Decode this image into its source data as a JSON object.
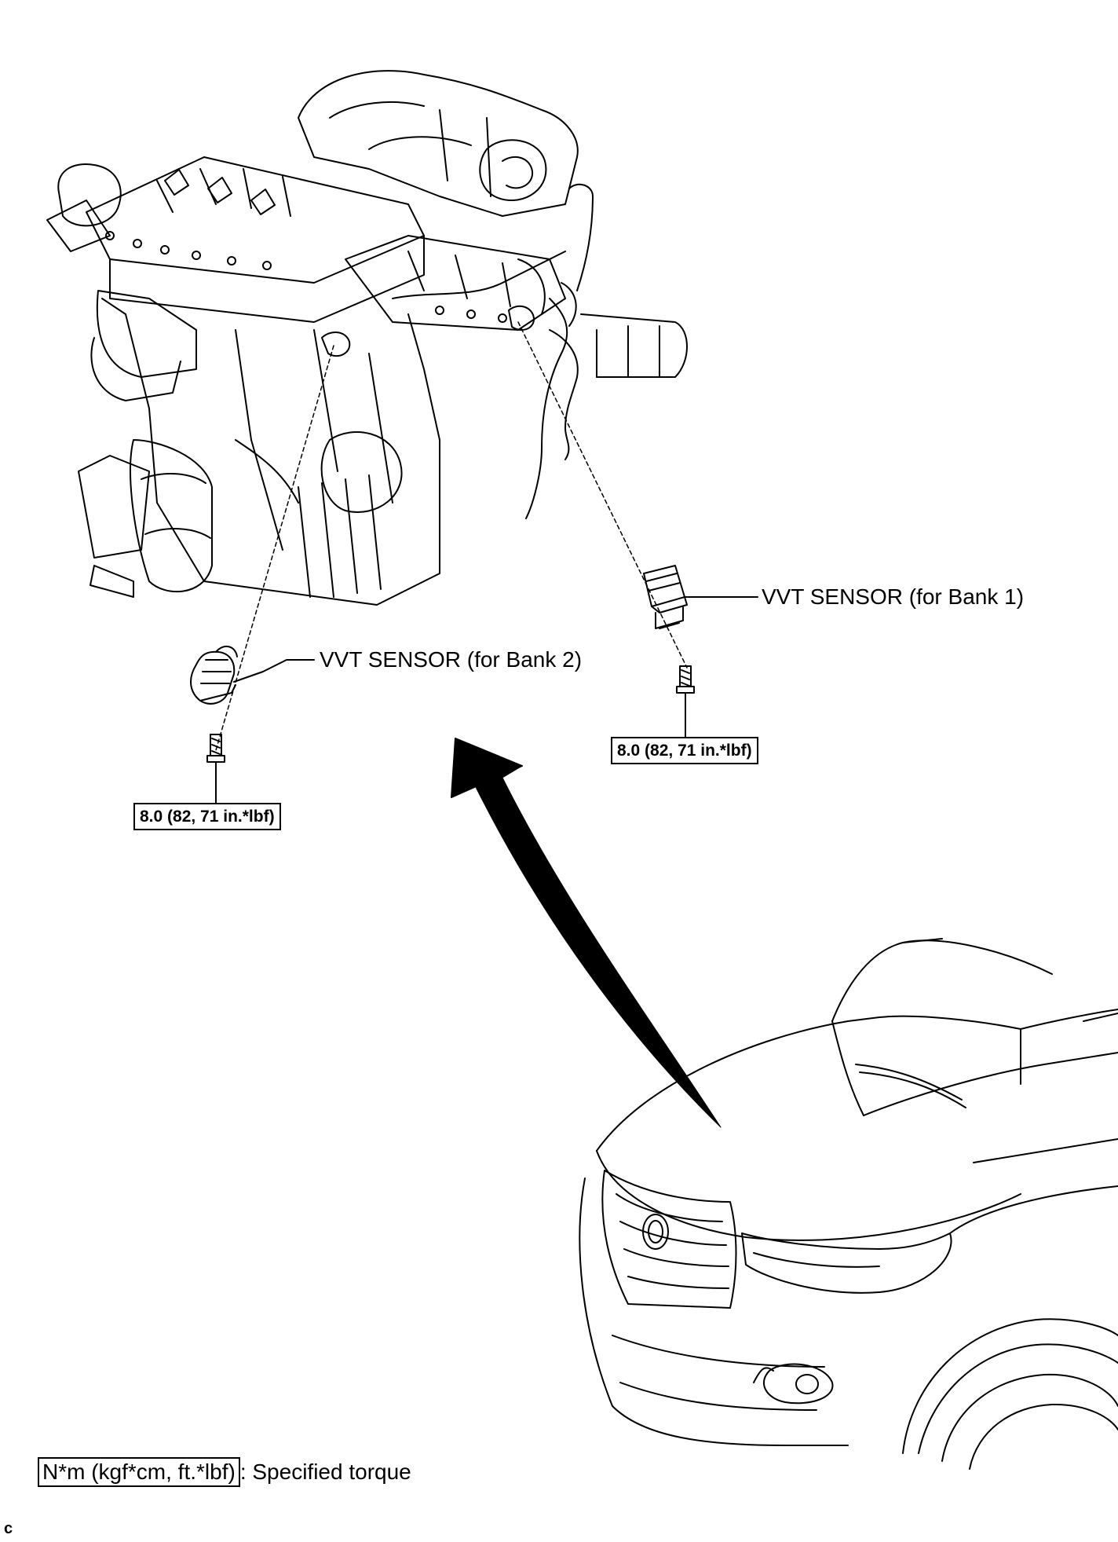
{
  "labels": {
    "bank1": "VVT SENSOR (for Bank 1)",
    "bank2": "VVT SENSOR (for Bank 2)"
  },
  "torques": {
    "bank1": "8.0 (82, 71 in.*lbf)",
    "bank2": "8.0 (82, 71 in.*lbf)"
  },
  "legend": {
    "unit": "N*m (kgf*cm, ft.*lbf)",
    "description": ": Specified torque"
  },
  "corner_mark": "c",
  "icons": {
    "engine": "engine-assembly-icon",
    "vehicle": "suv-front-icon",
    "arrow": "curved-arrow-icon",
    "sensor": "vvt-sensor-icon",
    "bolt": "bolt-icon"
  }
}
